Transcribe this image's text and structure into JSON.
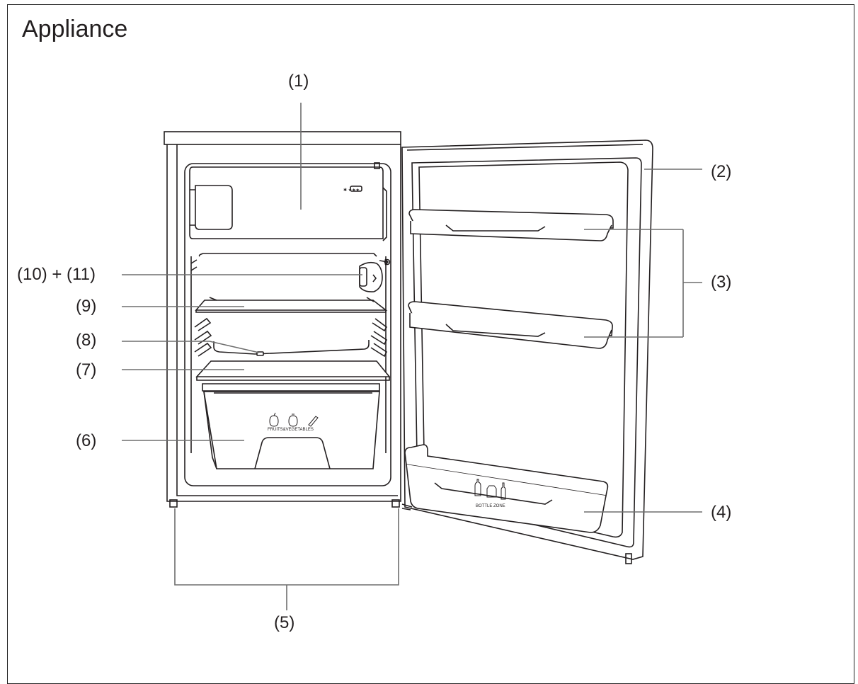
{
  "page": {
    "title": "Appliance"
  },
  "callouts": {
    "c1": "(1)",
    "c2": "(2)",
    "c3": "(3)",
    "c4": "(4)",
    "c5": "(5)",
    "c6": "(6)",
    "c7": "(7)",
    "c8": "(8)",
    "c9": "(9)",
    "c10_11": "(10) + (11)"
  },
  "labels": {
    "crisper": "FRUITS&VEGETABLES",
    "bottle_zone": "BOTTLE ZONE",
    "freezer_rating": "✱ ★★★"
  }
}
